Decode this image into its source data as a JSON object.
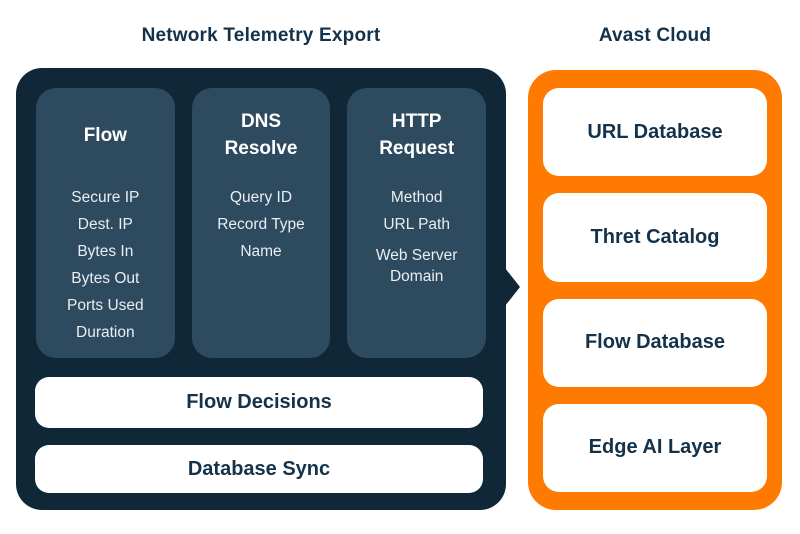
{
  "colors": {
    "panel_dark": "#0f2737",
    "column_fill": "#2d4a5f",
    "cloud_orange": "#ff7a00",
    "text_navy": "#14324a",
    "text_light": "#e9eef2"
  },
  "left_panel": {
    "title": "Network Telemetry Export",
    "columns": [
      {
        "title": "Flow",
        "items": [
          "Secure IP",
          "Dest. IP",
          "Bytes In",
          "Bytes Out",
          "Ports Used",
          "Duration"
        ]
      },
      {
        "title": "DNS Resolve",
        "items": [
          "Query ID",
          "Record Type",
          "Name"
        ]
      },
      {
        "title": "HTTP Request",
        "items": [
          "Method",
          "URL Path",
          "Web Server Domain"
        ]
      }
    ],
    "bars": [
      "Flow Decisions",
      "Database Sync"
    ]
  },
  "right_panel": {
    "title": "Avast Cloud",
    "boxes": [
      "URL Database",
      "Thret Catalog",
      "Flow Database",
      "Edge AI Layer"
    ]
  }
}
